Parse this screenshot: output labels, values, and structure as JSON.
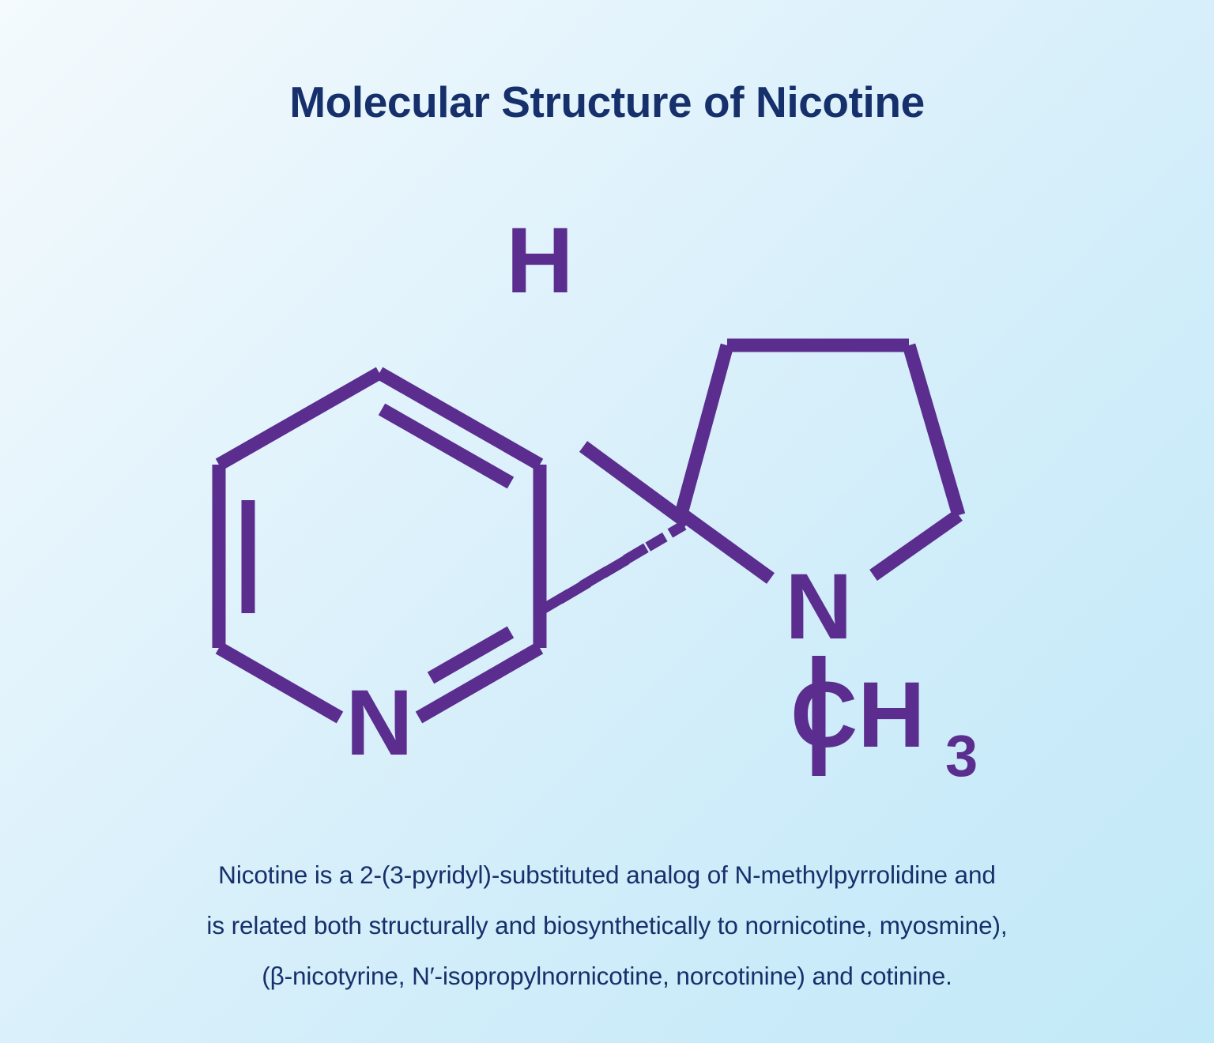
{
  "page": {
    "title": "Molecular Structure of Nicotine",
    "title_color": "#16306b",
    "bond_color": "#5b2d8e",
    "background_from": "#f4fafd",
    "background_to": "#c2e9f8"
  },
  "molecule": {
    "name": "Nicotine",
    "atom_labels": {
      "hydrogen": "H",
      "pyridine_nitrogen": "N",
      "pyrrolidine_nitrogen": "N",
      "methyl": "CH",
      "methyl_subscript": "3"
    },
    "rings": [
      {
        "name": "pyridine-ring",
        "type": "aromatic-hexagon",
        "double_bonds": 3
      },
      {
        "name": "pyrrolidine-ring",
        "type": "saturated-pentagon",
        "double_bonds": 0
      }
    ],
    "bonds": [
      {
        "name": "stereo-hash-bond",
        "style": "hashed-wedge",
        "from": "pyridine-C3",
        "to": "chiral-carbon"
      },
      {
        "name": "hydrogen-bond",
        "style": "plain",
        "from": "chiral-carbon",
        "to": "H"
      },
      {
        "name": "n-methyl-bond",
        "style": "plain",
        "from": "pyrrolidine-N",
        "to": "CH3"
      }
    ]
  },
  "caption": {
    "line1": "Nicotine is a 2-(3-pyridyl)-substituted analog of N-methylpyrrolidine and",
    "line2": "is related both structurally and biosynthetically to nornicotine, myosmine),",
    "line3": "(β-nicotyrine, N′-isopropylnornicotine, norcotinine) and cotinine."
  }
}
